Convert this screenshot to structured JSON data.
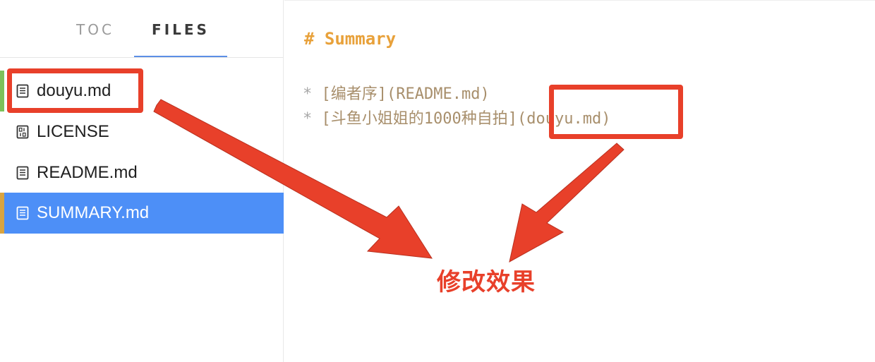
{
  "sidebar": {
    "tabs": [
      {
        "label": "TOC"
      },
      {
        "label": "FILES"
      }
    ],
    "files": [
      {
        "name": "douyu.md",
        "icon": "document-icon",
        "marker_color": "#7cc15a"
      },
      {
        "name": "LICENSE",
        "icon": "binary-file-icon"
      },
      {
        "name": "README.md",
        "icon": "document-icon"
      },
      {
        "name": "SUMMARY.md",
        "icon": "document-icon",
        "active": true,
        "marker_color": "#d9a441"
      }
    ]
  },
  "editor": {
    "heading_hash": "#",
    "heading_text": "Summary",
    "lines": [
      {
        "bullet": "*",
        "text": "[编者序](README.md)"
      },
      {
        "bullet": "*",
        "text_before": "[斗鱼小姐姐的1000种自拍]",
        "text_highlight": "(douyu.md)"
      }
    ]
  },
  "annotation": {
    "caption": "修改效果",
    "color": "#e8402a"
  },
  "colors": {
    "accent": "#4d8ff7",
    "heading": "#e8a13a",
    "code": "#a88f6c",
    "tab_underline": "#5c8fe6"
  }
}
